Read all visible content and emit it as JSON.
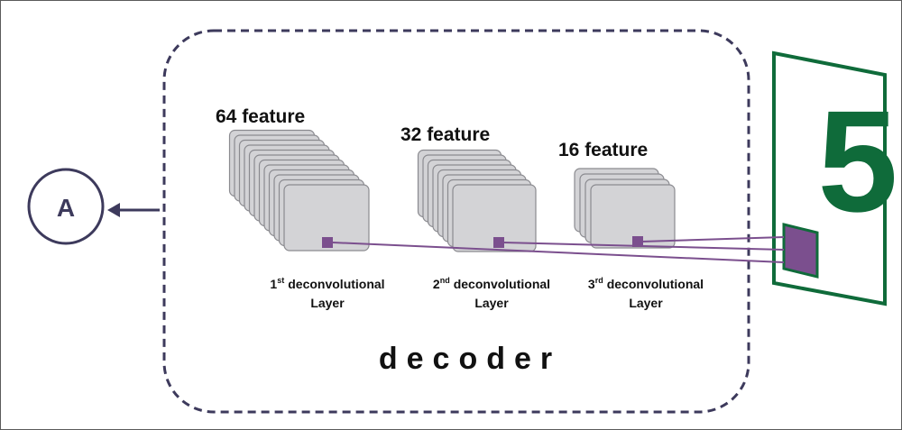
{
  "input_node": {
    "label": "A"
  },
  "decoder": {
    "label": "decoder"
  },
  "layers": [
    {
      "feature_label": "64 feature",
      "ordinal_number": "1",
      "ordinal_suffix": "st",
      "name_line1": "deconvolutional",
      "name_line2": "Layer"
    },
    {
      "feature_label": "32 feature",
      "ordinal_number": "2",
      "ordinal_suffix": "nd",
      "name_line1": "deconvolutional",
      "name_line2": "Layer"
    },
    {
      "feature_label": "16 feature",
      "ordinal_number": "3",
      "ordinal_suffix": "rd",
      "name_line1": "deconvolutional",
      "name_line2": "Layer"
    }
  ],
  "output_image": {
    "digit": "5"
  },
  "colors": {
    "node_stroke": "#3d3a5c",
    "decoder_border": "#3d3a5c",
    "feature_map_fill": "#d3d3d6",
    "feature_map_stroke": "#8a8a8f",
    "highlight_square": "#7b4f8e",
    "connection_line": "#7b4f8e",
    "output_frame": "#0f6b3a",
    "digit": "#0f6b3a"
  }
}
